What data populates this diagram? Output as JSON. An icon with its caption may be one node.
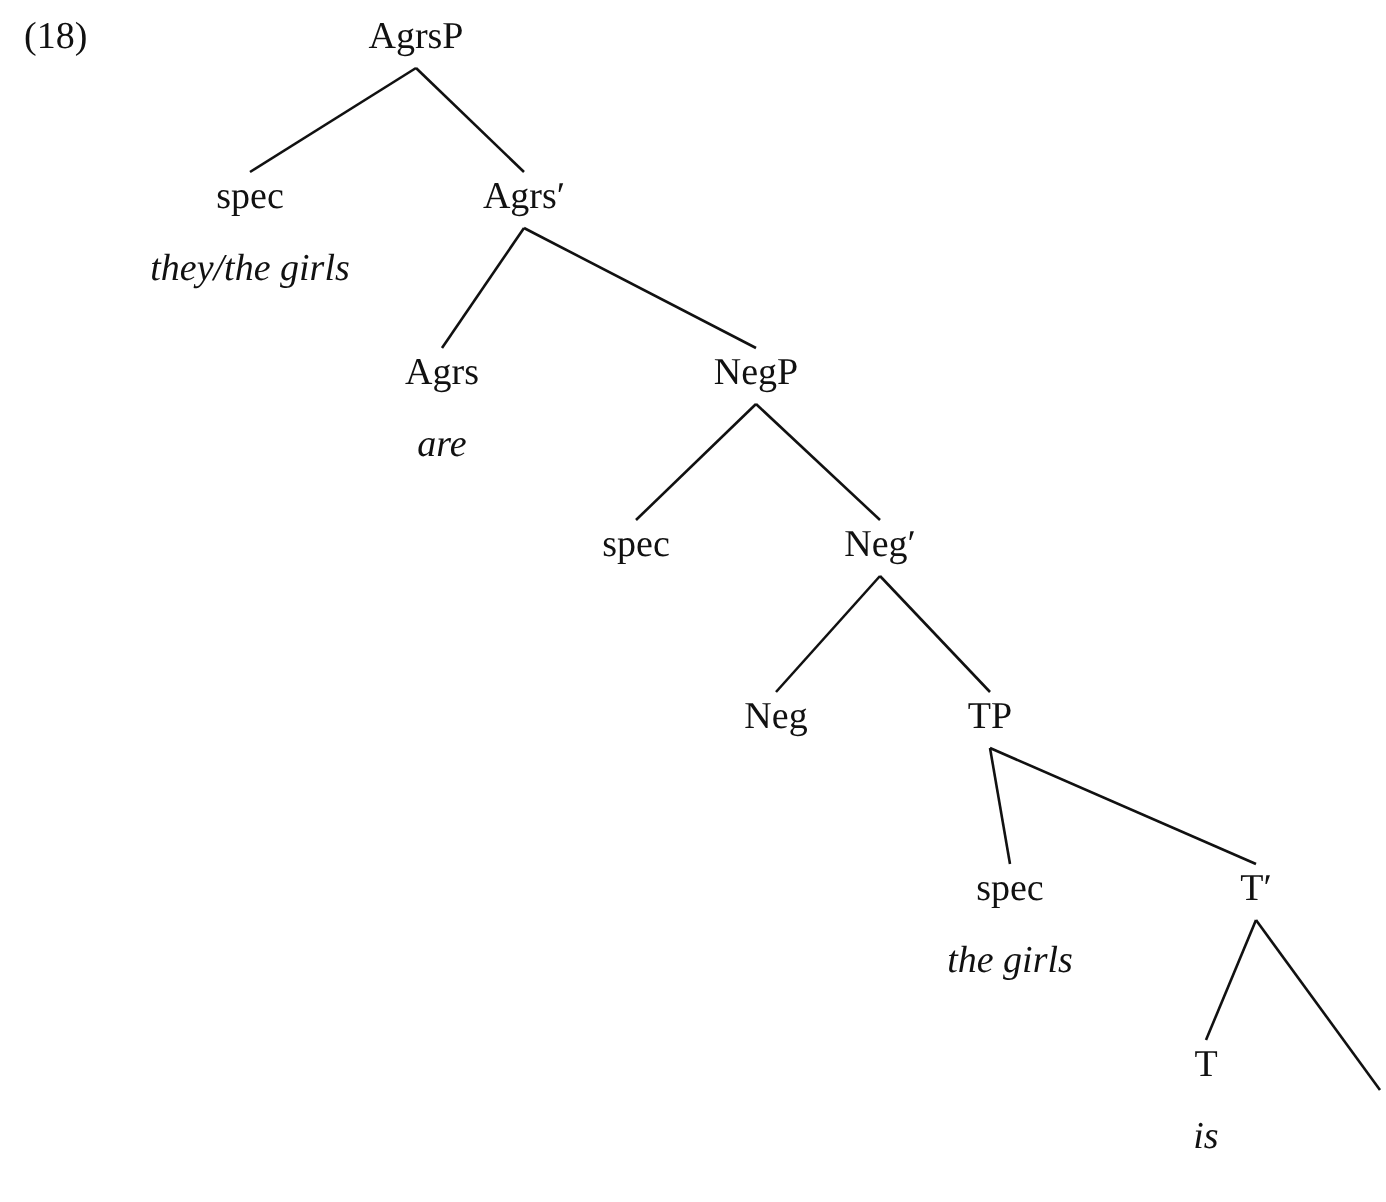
{
  "diagram": {
    "nodes": [
      {
        "text": [
          "AgrsP"
        ]
      },
      {
        "text": [
          "spec",
          "they/the girls"
        ]
      },
      {
        "text": [
          "Agrs′"
        ]
      },
      {
        "text": [
          "Agrs",
          "are"
        ]
      },
      {
        "text": [
          "NegP"
        ]
      },
      {
        "text": [
          "spec"
        ]
      },
      {
        "text": [
          "Neg′"
        ]
      },
      {
        "text": [
          "Neg"
        ]
      },
      {
        "text": [
          "TP"
        ]
      },
      {
        "text": [
          "spec",
          "the girls"
        ]
      },
      {
        "text": [
          "T′"
        ]
      },
      {
        "text": [
          "T",
          "is"
        ]
      }
    ],
    "edges": [
      {
        "from": 0,
        "to": 1,
        "arrow": "none"
      },
      {
        "from": 0,
        "to": 2,
        "arrow": "none"
      },
      {
        "from": 2,
        "to": 3,
        "arrow": "none"
      },
      {
        "from": 2,
        "to": 4,
        "arrow": "none"
      },
      {
        "from": 4,
        "to": 5,
        "arrow": "none"
      },
      {
        "from": 4,
        "to": 6,
        "arrow": "none"
      },
      {
        "from": 6,
        "to": 7,
        "arrow": "none"
      },
      {
        "from": 6,
        "to": 8,
        "arrow": "none"
      },
      {
        "from": 8,
        "to": 9,
        "arrow": "none"
      },
      {
        "from": 8,
        "to": 10,
        "arrow": "none"
      },
      {
        "from": 10,
        "to": 11,
        "arrow": "none"
      },
      {
        "from": 10,
        "to": null,
        "arrow": "none"
      }
    ],
    "labels": [
      "(18)"
    ]
  }
}
